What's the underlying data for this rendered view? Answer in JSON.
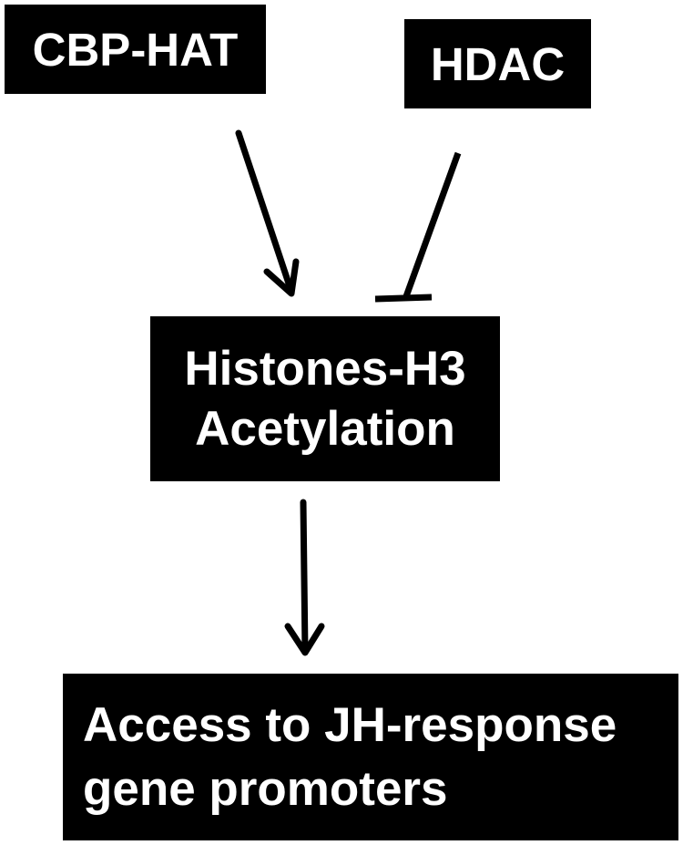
{
  "nodes": {
    "cbp_hat": "CBP-HAT",
    "hdac": "HDAC",
    "histones_line1": "Histones-H3",
    "histones_line2": "Acetylation",
    "access_line1": "Access to JH-response",
    "access_line2": "gene promoters"
  },
  "edges": [
    {
      "from": "CBP-HAT",
      "to": "Histones-H3 Acetylation",
      "type": "activation"
    },
    {
      "from": "HDAC",
      "to": "Histones-H3 Acetylation",
      "type": "inhibition"
    },
    {
      "from": "Histones-H3 Acetylation",
      "to": "Access to JH-response gene promoters",
      "type": "activation"
    }
  ],
  "colors": {
    "box_fill": "#000000",
    "box_text": "#ffffff",
    "arrow": "#000000",
    "background": "#ffffff"
  }
}
